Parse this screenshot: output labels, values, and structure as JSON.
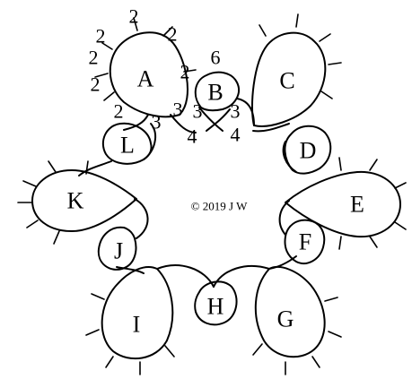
{
  "copyright": "© 2019 J W",
  "rings": [
    {
      "label": "A"
    },
    {
      "label": "B"
    },
    {
      "label": "C"
    },
    {
      "label": "D"
    },
    {
      "label": "E"
    },
    {
      "label": "F"
    },
    {
      "label": "G"
    },
    {
      "label": "H"
    },
    {
      "label": "I"
    },
    {
      "label": "J"
    },
    {
      "label": "K"
    },
    {
      "label": "L"
    }
  ],
  "stitch_counts": {
    "a_top_left": "2",
    "a_top_mid": "2",
    "a_top_right": "2",
    "a_left_upper": "2",
    "a_left_lower": "2",
    "a_right": "2",
    "a_bottom_left": "2",
    "a_bottom": "3",
    "b_top": "6",
    "b_left": "3",
    "b_left_lower": "3",
    "b_right": "3",
    "b_bottom_left": "4",
    "b_bottom_right": "4"
  }
}
